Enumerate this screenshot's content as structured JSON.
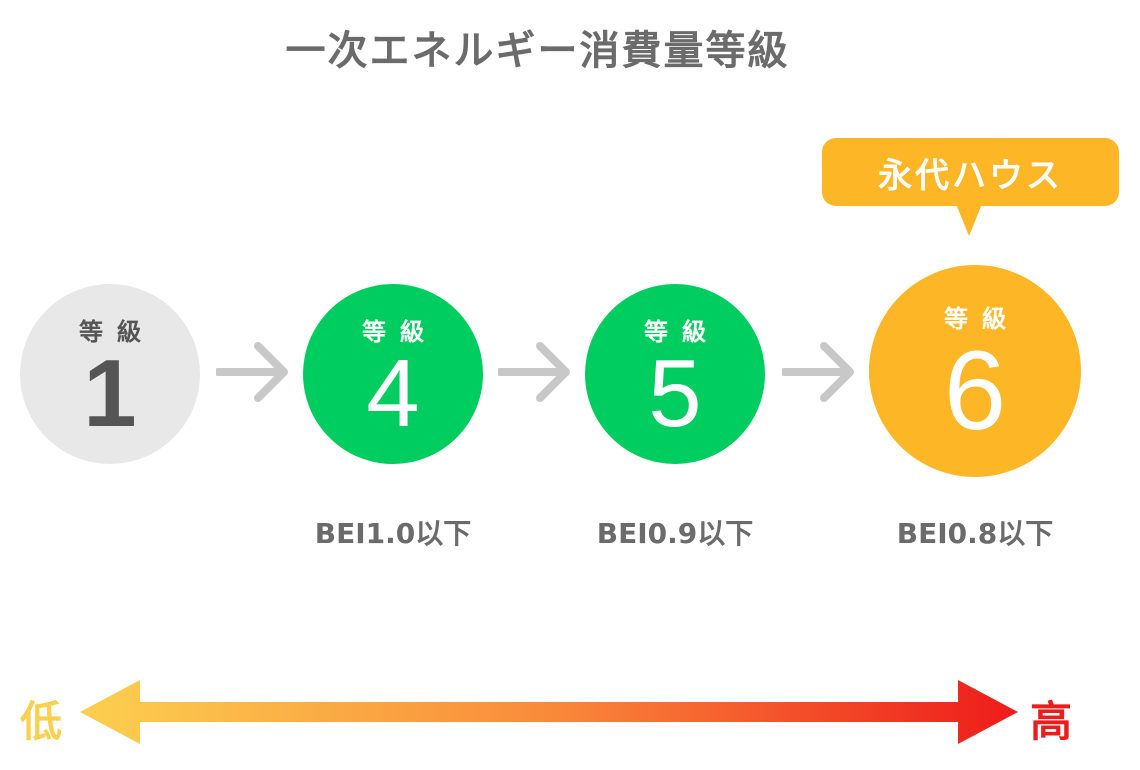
{
  "title": "一次エネルギー消費量等級",
  "grades": [
    {
      "label": "等級",
      "number": "1",
      "note": ""
    },
    {
      "label": "等級",
      "number": "4",
      "note": "BEI1.0以下"
    },
    {
      "label": "等級",
      "number": "5",
      "note": "BEI0.9以下"
    },
    {
      "label": "等級",
      "number": "6",
      "note": "BEI0.8以下"
    }
  ],
  "callout": "永代ハウス",
  "scale": {
    "low": "低",
    "high": "高"
  },
  "colors": {
    "grade1": "#e8e8e8",
    "grade4": "#00cd5f",
    "grade5": "#00cd5f",
    "grade6": "#fdb626",
    "arrow": "#c8c8c8",
    "gradient_low": "#fcd04f",
    "gradient_high": "#ee1b1b"
  }
}
